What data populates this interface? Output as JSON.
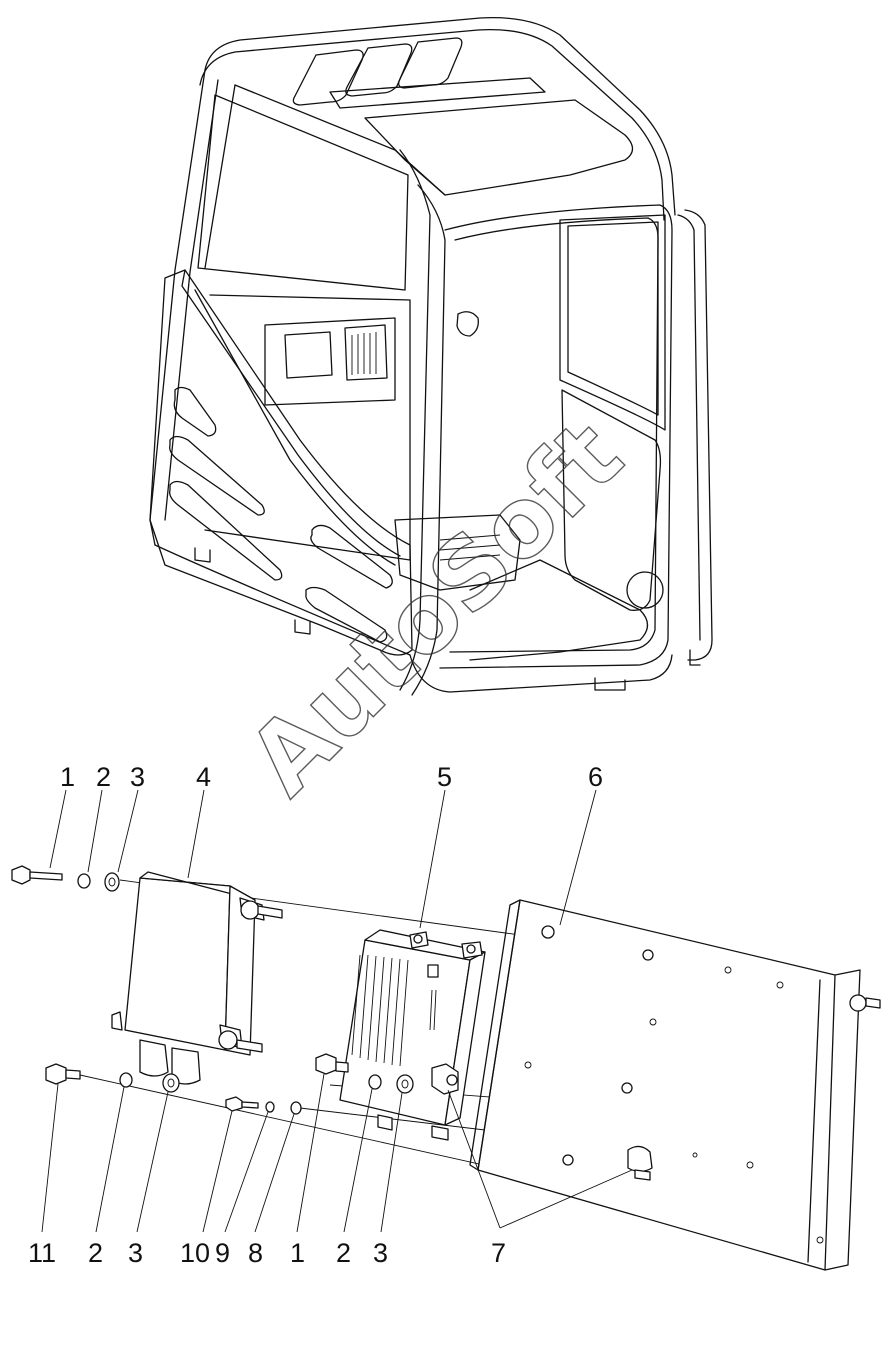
{
  "watermark": "AutoSoft",
  "callouts_top": [
    "1",
    "2",
    "3",
    "4",
    "5",
    "6"
  ],
  "callouts_bottom": [
    "11",
    "2",
    "3",
    "10",
    "9",
    "8",
    "1",
    "2",
    "3",
    "7"
  ]
}
